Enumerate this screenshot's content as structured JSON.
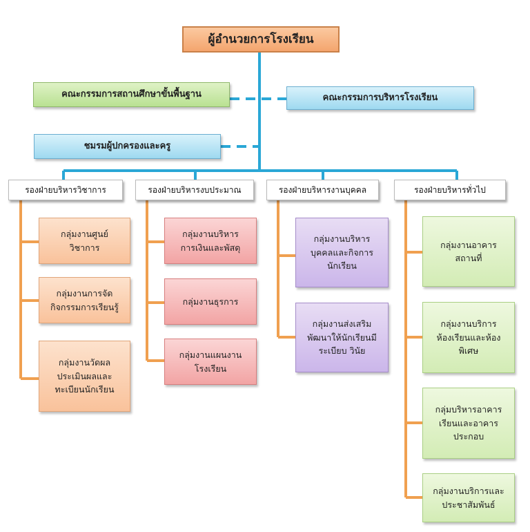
{
  "director": "ผู้อำนวยการโรงเรียน",
  "basic_committee": "คณะกรรมการสถานศึกษาขั้นพื้นฐาน",
  "admin_committee": "คณะกรรมการบริหารโรงเรียน",
  "parents_club": "ชมรมผู้ปกครองและครู",
  "departments": [
    {
      "title": "รองฝ่ายบริหารวิชาการ",
      "color": "#f9c29b",
      "groups": [
        "กลุ่มงานศูนย์\nวิชาการ",
        "กลุ่มงานการจัด\nกิจกรรมการเรียนรู้",
        "กลุ่มงานวัดผล\nประเมินผลและ\nทะเบียนนักเรียน"
      ]
    },
    {
      "title": "รองฝ่ายบริหารงบประมาณ",
      "color": "#f2a4a4",
      "groups": [
        "กลุ่มงานบริหาร\nการเงินและพัสดุ",
        "กลุ่มงานธุรการ",
        "กลุ่มงานแผนงาน\nโรงเรียน"
      ]
    },
    {
      "title": "รองฝ่ายบริหารงานบุคคล",
      "color": "#cbb6ea",
      "groups": [
        "กลุ่มงานบริหาร\nบุคคลและกิจการ\nนักเรียน",
        "กลุ่มงานส่งเสริม\nพัฒนาให้นักเรียนมี\nระเบียบ วินัย"
      ]
    },
    {
      "title": "รองฝ่ายบริหารทั่วไป",
      "color": "#d3ecb5",
      "groups": [
        "กลุ่มงานอาคาร\nสถานที่",
        "กลุ่มงานบริการ\nห้องเรียนและห้อง\nพิเศษ",
        "กลุ่มบริหารอาคาร\nเรียนและอาคาร\nประกอบ",
        "กลุ่มงานบริการและ\nประชาสัมพันธ์"
      ]
    }
  ],
  "line_colors": {
    "blue": "#2aa7d6",
    "orange": "#f0a050"
  }
}
